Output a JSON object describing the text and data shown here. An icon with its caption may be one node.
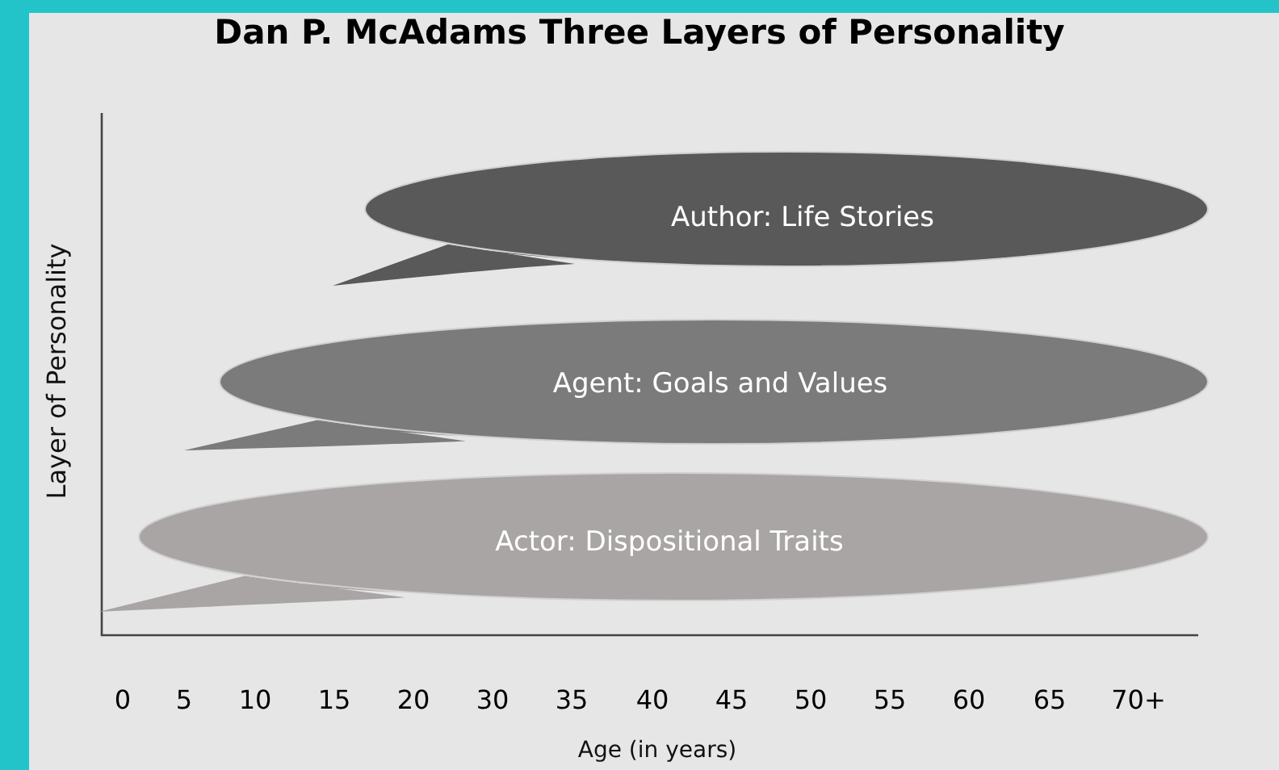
{
  "diagram": {
    "title": "Dan P. McAdams Three Layers of Personality",
    "nodes": [
      {
        "text": [
          "Author: Life Stories"
        ]
      },
      {
        "text": [
          "Agent: Goals and Values"
        ]
      },
      {
        "text": [
          "Actor: Dispositional Traits"
        ]
      }
    ],
    "edges": [],
    "labels": [
      "Layer of Personality",
      "0",
      "5",
      "10",
      "15",
      "20",
      "30",
      "35",
      "40",
      "45",
      "50",
      "55",
      "60",
      "65",
      "70+",
      "Age (in years)"
    ]
  }
}
